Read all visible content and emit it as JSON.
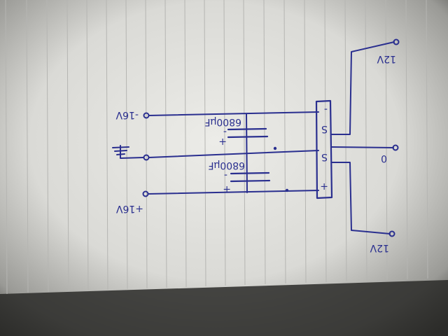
{
  "labels": {
    "neg_input": "-16V",
    "pos_input": "+16V",
    "cap_top": "6800µF",
    "cap_bottom": "6800µF",
    "cap_plus": "+",
    "cap_minus": "-",
    "out_top": "12V",
    "out_mid": "0",
    "out_bottom": "12V",
    "reg_minus": "-",
    "reg_plus": "+",
    "reg_wave1": "S",
    "reg_wave2": "S"
  },
  "colors": {
    "ink": "#2a2f8f",
    "paper": "#e6e6e2",
    "rule": "#b9b9b6",
    "vignette": "#1a1a1a"
  }
}
